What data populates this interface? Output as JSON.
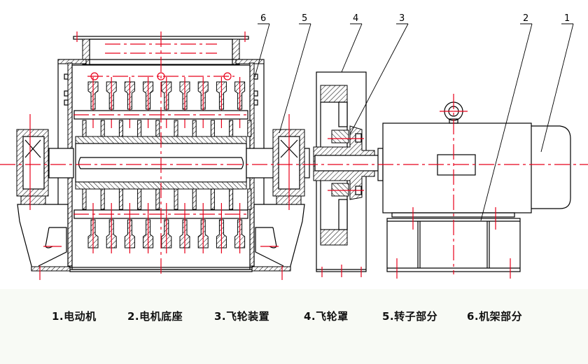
{
  "drawing": {
    "title": "Hammer crusher general assembly drawing",
    "callouts": [
      {
        "number": "6",
        "target": "frame-part"
      },
      {
        "number": "5",
        "target": "rotor-part"
      },
      {
        "number": "4",
        "target": "flywheel-guard"
      },
      {
        "number": "3",
        "target": "flywheel-device"
      },
      {
        "number": "2",
        "target": "motor-base"
      },
      {
        "number": "1",
        "target": "electric-motor"
      }
    ],
    "colors": {
      "outline": "#000000",
      "centerline": "#e8001a",
      "footer_bg": "#f8faf5"
    }
  },
  "legend": {
    "items": [
      {
        "label": "1.电动机"
      },
      {
        "label": "2.电机底座"
      },
      {
        "label": "3.飞轮装置"
      },
      {
        "label": "4.飞轮罩"
      },
      {
        "label": "5.转子部分"
      },
      {
        "label": "6.机架部分"
      }
    ]
  }
}
